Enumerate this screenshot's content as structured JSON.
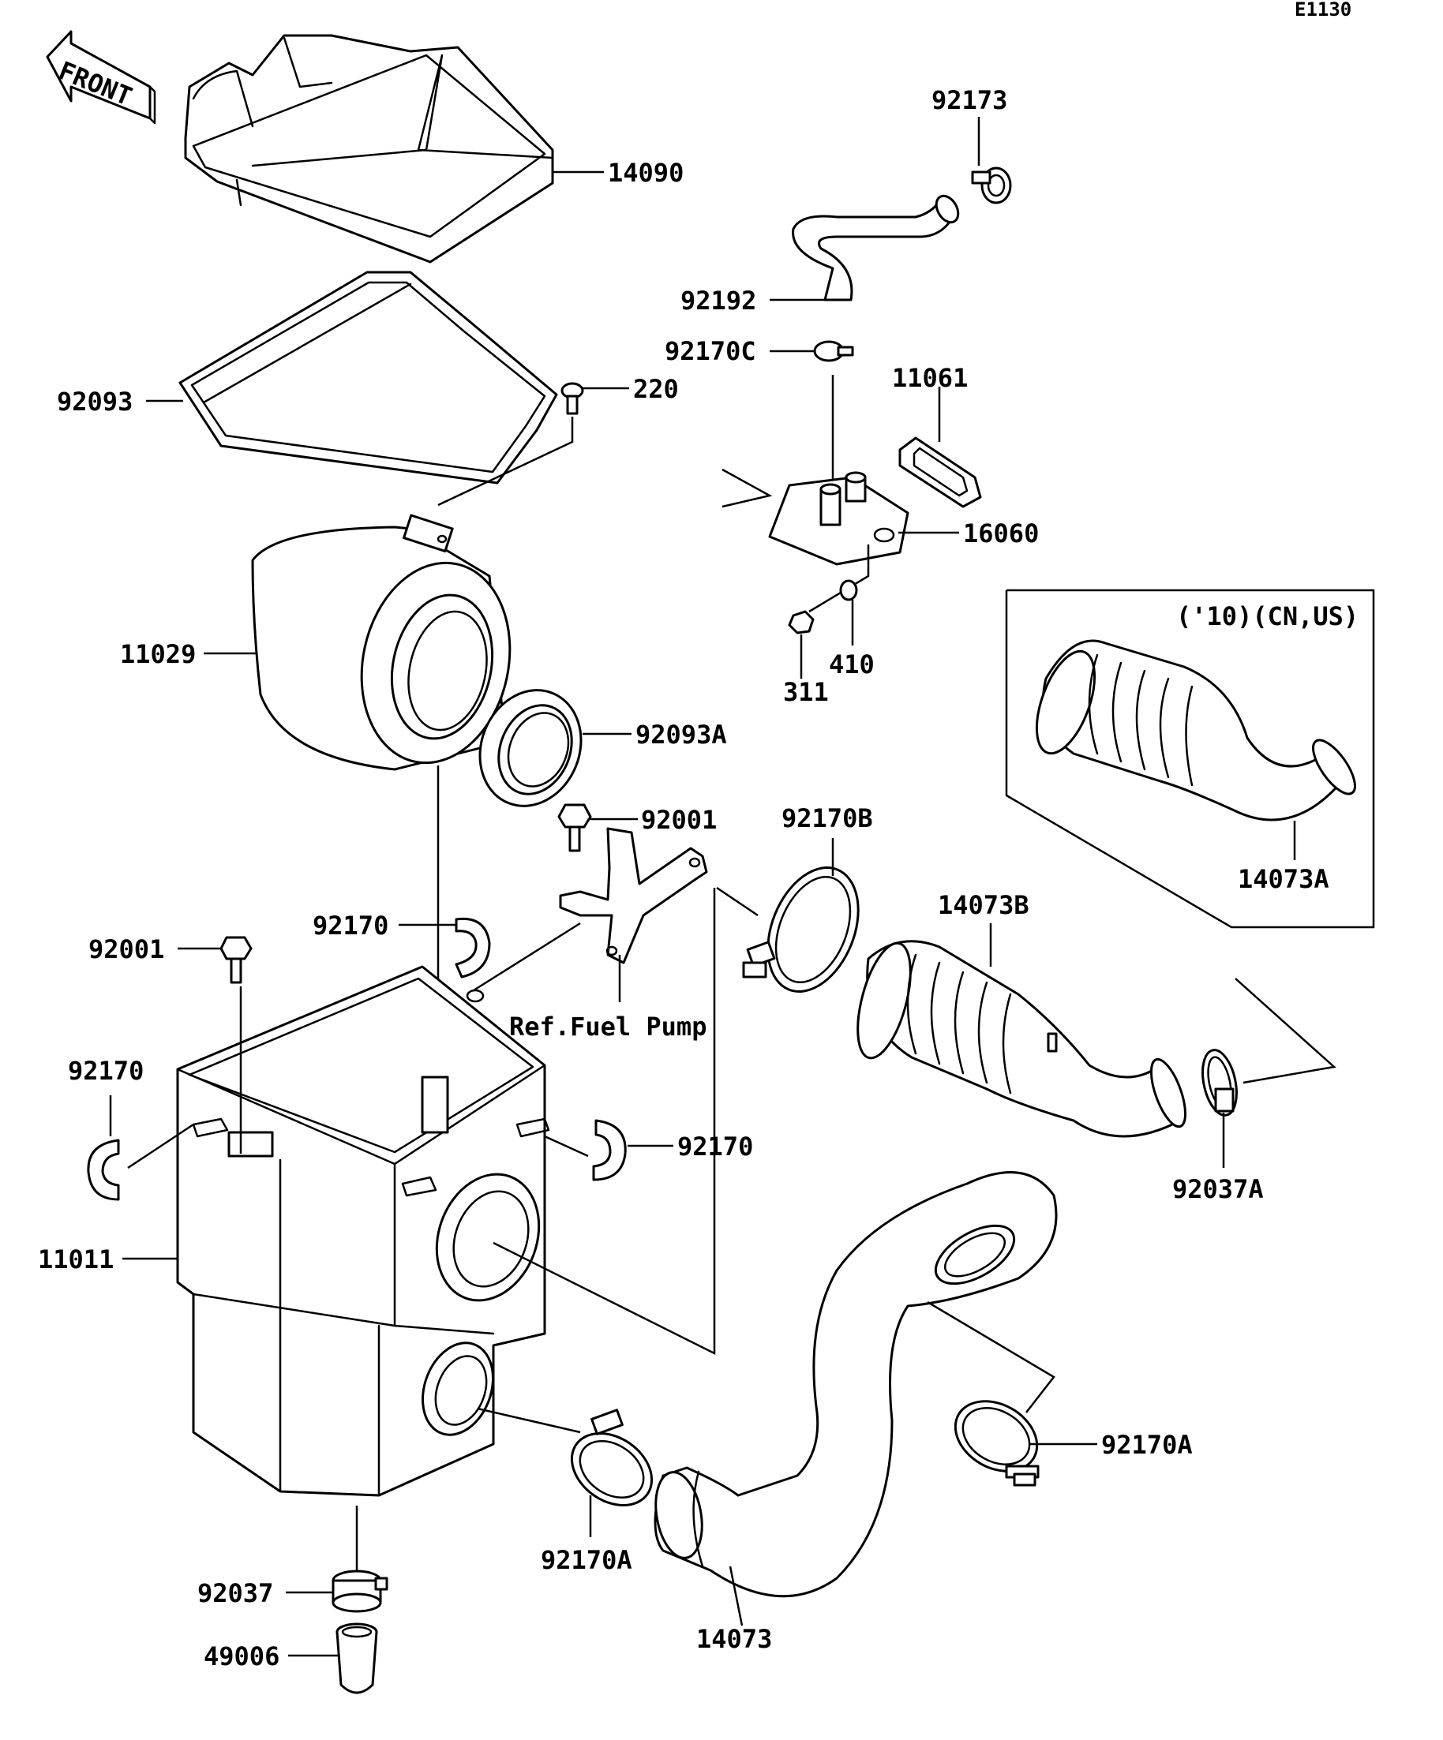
{
  "diagram_code": "E1130",
  "front_label": "FRONT",
  "ref_note": "Ref.Fuel Pump",
  "variant_note": "('10)(CN,US)",
  "part_labels": {
    "p14090": "14090",
    "p92173": "92173",
    "p92192": "92192",
    "p92170C": "92170C",
    "p11061": "11061",
    "p92093": "92093",
    "p220": "220",
    "p16060": "16060",
    "p11029": "11029",
    "p311": "311",
    "p410": "410",
    "p92093A": "92093A",
    "p92001_top": "92001",
    "p92170B": "92170B",
    "p14073A": "14073A",
    "p14073B": "14073B",
    "p92170_mid": "92170",
    "p92001_left": "92001",
    "p92170_left": "92170",
    "p92170_right": "92170",
    "p11011": "11011",
    "p92037A": "92037A",
    "p92170A_right": "92170A",
    "p92170A_bottom": "92170A",
    "p92037": "92037",
    "p49006": "49006",
    "p14073": "14073"
  }
}
